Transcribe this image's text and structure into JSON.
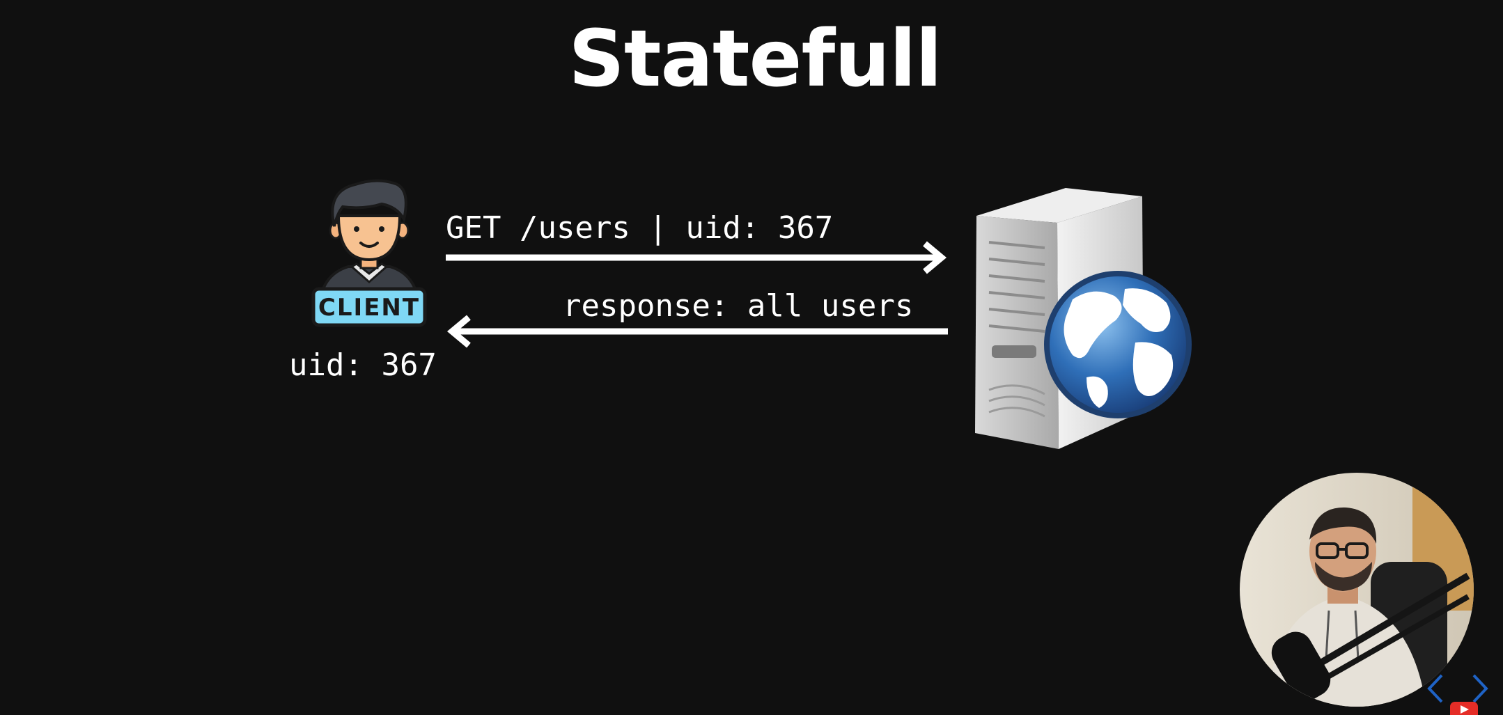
{
  "slide": {
    "title": "Statefull"
  },
  "diagram": {
    "request_label": "GET /users | uid: 367",
    "response_label": "response: all users",
    "client_badge": "CLIENT",
    "client_uid_label": "uid: 367"
  },
  "icons": {
    "client": "client-person-icon",
    "server": "web-server-icon",
    "globe": "globe-icon",
    "request_arrow": "arrow-right-icon",
    "response_arrow": "arrow-left-icon",
    "presenter": "presenter-webcam",
    "prev": "chevron-left-icon",
    "next": "chevron-right-icon",
    "youtube": "youtube-icon"
  },
  "colors": {
    "background": "#101010",
    "text": "#ffffff",
    "badge": "#7fd8f5",
    "globe_blue": "#2f6fb8",
    "nav_blue": "#1f63c6",
    "youtube_red": "#e52d27"
  }
}
